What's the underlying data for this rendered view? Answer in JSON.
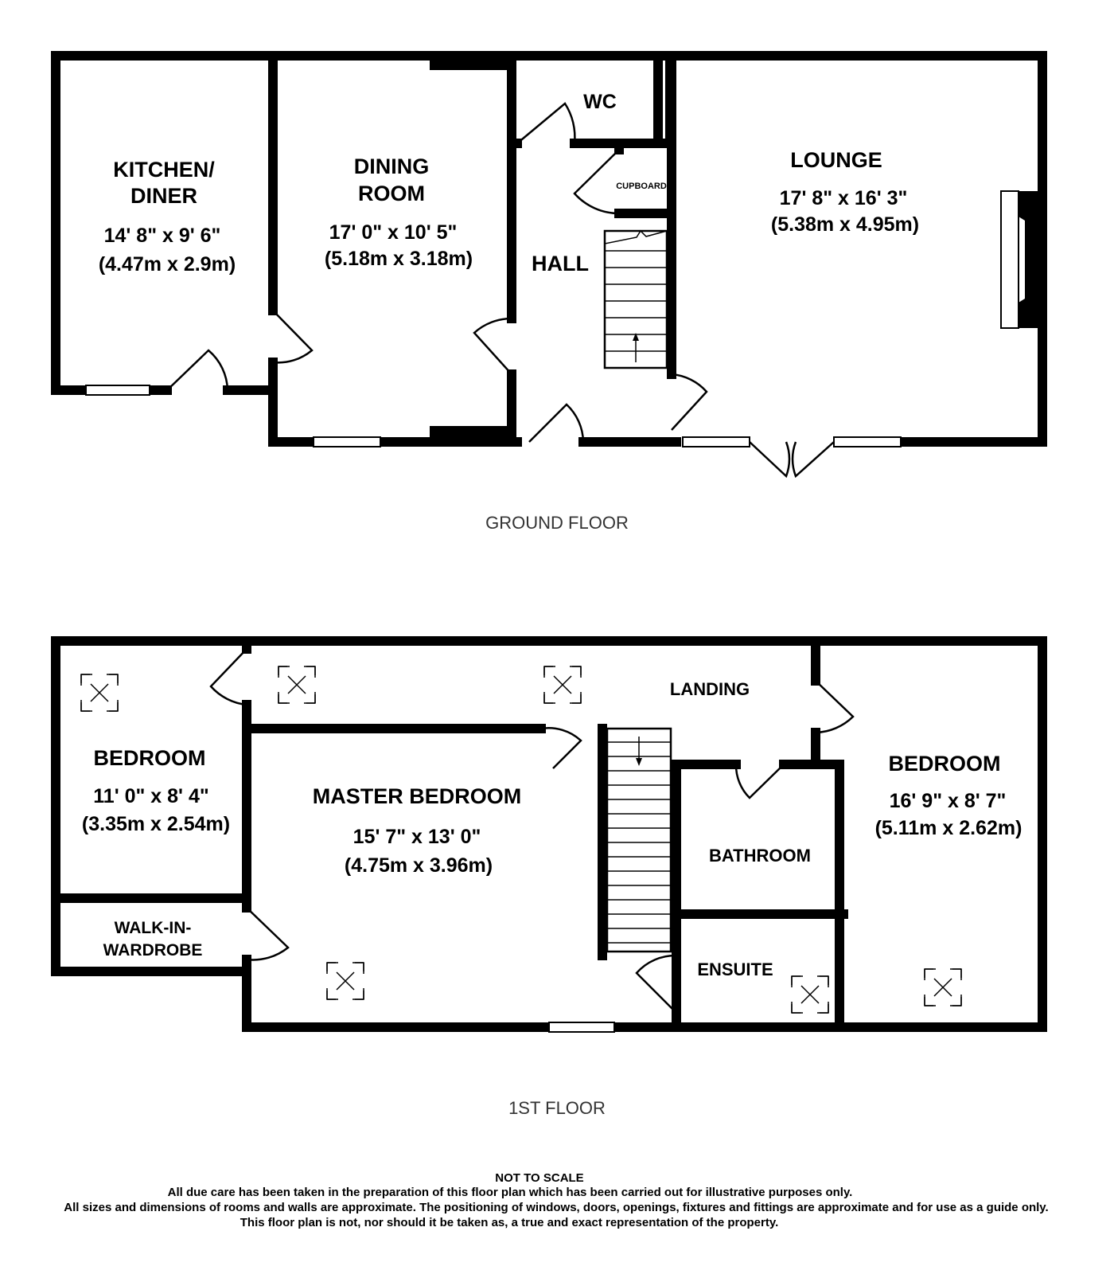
{
  "ground_floor": {
    "label": "GROUND FLOOR",
    "rooms": {
      "kitchen": {
        "name_line1": "KITCHEN/",
        "name_line2": "DINER",
        "dim_imperial": "14' 8\" x 9' 6\"",
        "dim_metric": "(4.47m x 2.9m)"
      },
      "dining": {
        "name_line1": "DINING",
        "name_line2": "ROOM",
        "dim_imperial": "17' 0\" x 10' 5\"",
        "dim_metric": "(5.18m x 3.18m)"
      },
      "wc": {
        "name": "WC"
      },
      "cupboard": {
        "name": "CUPBOARD"
      },
      "hall": {
        "name": "HALL"
      },
      "lounge": {
        "name": "LOUNGE",
        "dim_imperial": "17' 8\" x 16' 3\"",
        "dim_metric": "(5.38m x 4.95m)"
      }
    }
  },
  "first_floor": {
    "label": "1ST FLOOR",
    "rooms": {
      "bedroom_left": {
        "name": "BEDROOM",
        "dim_imperial": "11' 0\" x 8' 4\"",
        "dim_metric": "(3.35m x 2.54m)"
      },
      "walk_in": {
        "name_line1": "WALK-IN-",
        "name_line2": "WARDROBE"
      },
      "master": {
        "name": "MASTER BEDROOM",
        "dim_imperial": "15' 7\" x 13' 0\"",
        "dim_metric": "(4.75m x 3.96m)"
      },
      "landing": {
        "name": "LANDING"
      },
      "bathroom": {
        "name": "BATHROOM"
      },
      "ensuite": {
        "name": "ENSUITE"
      },
      "bedroom_right": {
        "name": "BEDROOM",
        "dim_imperial": "16' 9\" x 8' 7\"",
        "dim_metric": "(5.11m x 2.62m)"
      }
    }
  },
  "disclaimer": {
    "title": "NOT TO SCALE",
    "line1": "All due care has been taken in the preparation of this floor plan which has been carried out for illustrative purposes only.",
    "line2": "All sizes and dimensions of rooms and walls are approximate. The positioning of windows, doors, openings, fixtures and fittings are approximate and for use as a guide only.",
    "line3": "This floor plan is not, nor should it be taken as, a true and exact representation of the property."
  }
}
